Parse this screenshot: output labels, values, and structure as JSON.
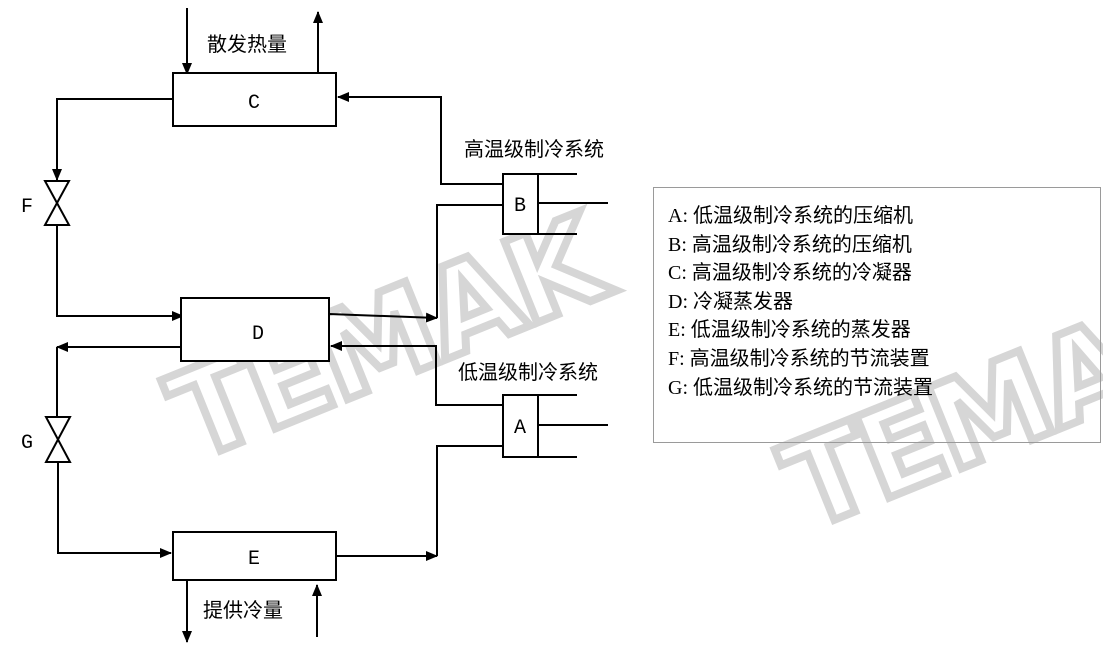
{
  "watermark": "TEMAK",
  "diagram": {
    "heat_out_label": "散发热量",
    "cold_supply_label": "提供冷量",
    "high_stage_label": "高温级制冷系统",
    "low_stage_label": "低温级制冷系统",
    "components": {
      "A": "A",
      "B": "B",
      "C": "C",
      "D": "D",
      "E": "E",
      "F": "F",
      "G": "G"
    }
  },
  "legend": {
    "items": [
      "A: 低温级制冷系统的压缩机",
      "B: 高温级制冷系统的压缩机",
      "C: 高温级制冷系统的冷凝器",
      "D: 冷凝蒸发器",
      "E: 低温级制冷系统的蒸发器",
      "F: 高温级制冷系统的节流装置",
      "G: 低温级制冷系统的节流装置"
    ]
  }
}
